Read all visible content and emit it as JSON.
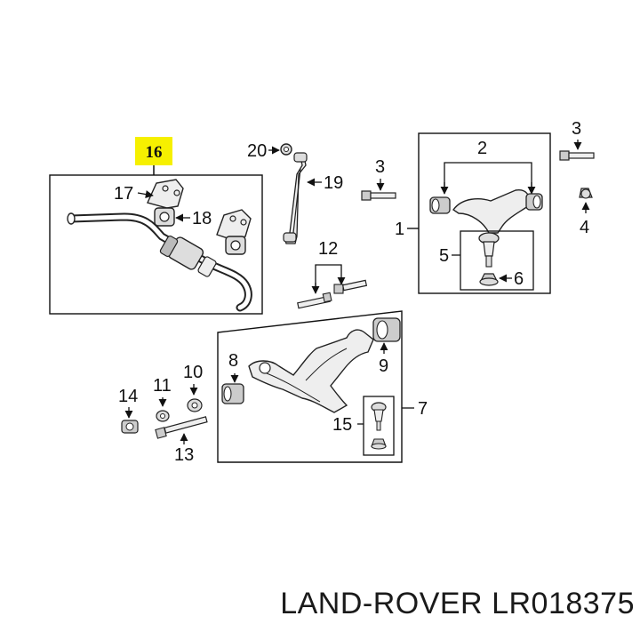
{
  "diagram": {
    "highlight_callout": "16",
    "callouts": {
      "c1": "1",
      "c2": "2",
      "c3a": "3",
      "c3b": "3",
      "c4": "4",
      "c5": "5",
      "c6": "6",
      "c7": "7",
      "c8": "8",
      "c9": "9",
      "c10": "10",
      "c11": "11",
      "c12": "12",
      "c13": "13",
      "c14": "14",
      "c15": "15",
      "c17": "17",
      "c18": "18",
      "c19": "19",
      "c20": "20"
    },
    "highlight_color": "#f6f000"
  },
  "footer": {
    "brand": "LAND-ROVER",
    "part_number": "LR018375"
  }
}
